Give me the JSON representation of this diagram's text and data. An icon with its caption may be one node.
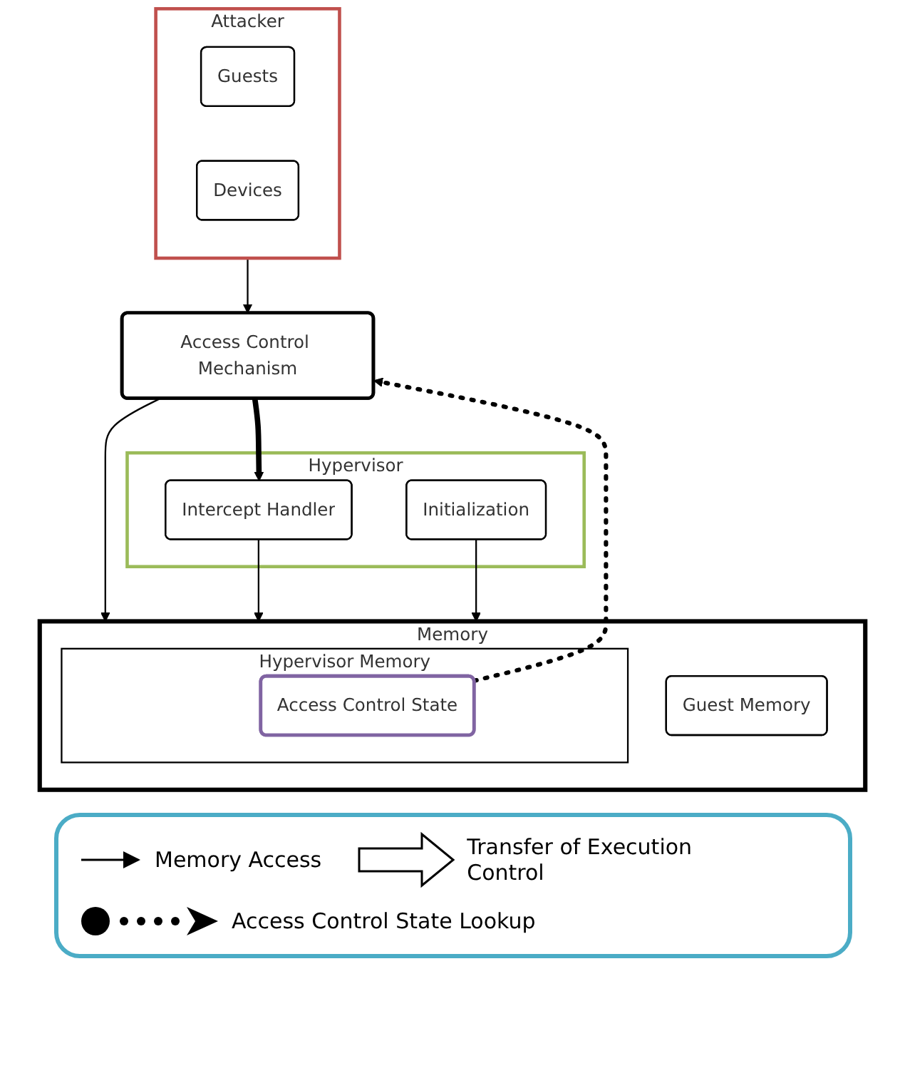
{
  "diagram": {
    "nodes": [
      {
        "text": [
          "Attacker"
        ]
      },
      {
        "text": [
          "Guests"
        ],
        "in": 0
      },
      {
        "text": [
          "Devices"
        ],
        "in": 0
      },
      {
        "text": [
          "Hypervisor"
        ]
      },
      {
        "text": [
          "Intercept Handler"
        ],
        "in": 3
      },
      {
        "text": [
          "Initialization"
        ],
        "in": 3
      },
      {
        "text": [
          "Access Control Mechanism"
        ]
      },
      {
        "text": [
          "Memory"
        ]
      },
      {
        "text": [
          "Hypervisor Memory"
        ],
        "in": 7
      },
      {
        "text": [
          "Access Control State"
        ],
        "in": 8
      },
      {
        "text": [
          "Guest Memory"
        ],
        "in": 7
      }
    ],
    "edges": [
      {
        "from": 0,
        "to": 6,
        "arrow": "to"
      },
      {
        "from": 6,
        "to": 4,
        "arrow": "to",
        "style": "thick"
      },
      {
        "from": 6,
        "to": 7,
        "arrow": "to"
      },
      {
        "from": 4,
        "to": 7,
        "arrow": "to"
      },
      {
        "from": 5,
        "to": 7,
        "arrow": "to"
      },
      {
        "from": 9,
        "to": 6,
        "arrow": "to",
        "style": "dashed"
      }
    ],
    "legend": [
      {
        "text": "Memory Access"
      },
      {
        "text": "Transfer of Execution Control"
      },
      {
        "text": "Access Control State Lookup"
      }
    ]
  }
}
